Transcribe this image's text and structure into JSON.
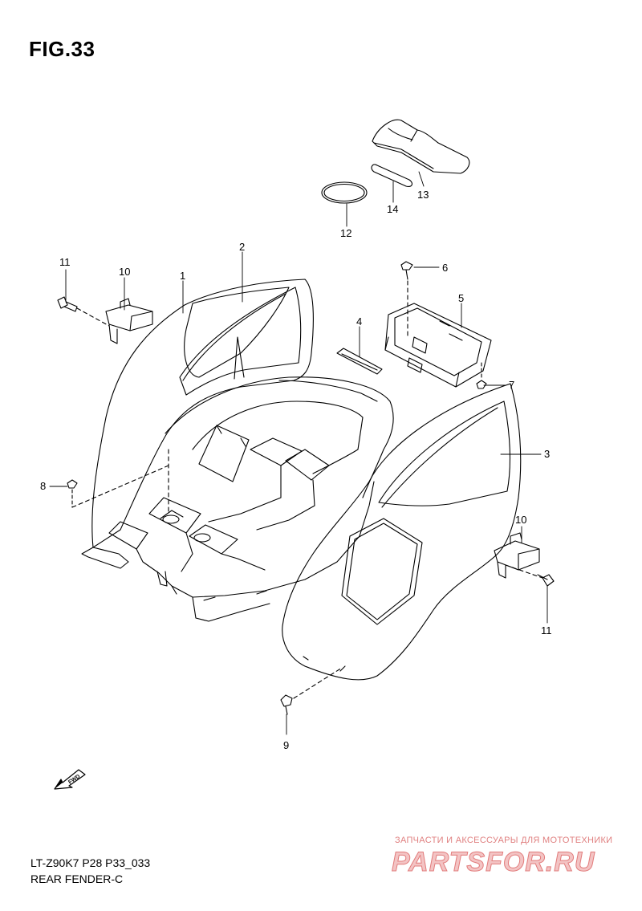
{
  "figure": {
    "title": "FIG.33"
  },
  "callouts": [
    {
      "id": "c1",
      "label": "1"
    },
    {
      "id": "c2",
      "label": "2"
    },
    {
      "id": "c3",
      "label": "3"
    },
    {
      "id": "c4",
      "label": "4"
    },
    {
      "id": "c5",
      "label": "5"
    },
    {
      "id": "c6",
      "label": "6"
    },
    {
      "id": "c7",
      "label": "7"
    },
    {
      "id": "c8",
      "label": "8"
    },
    {
      "id": "c9",
      "label": "9"
    },
    {
      "id": "c10a",
      "label": "10"
    },
    {
      "id": "c10b",
      "label": "10"
    },
    {
      "id": "c11a",
      "label": "11"
    },
    {
      "id": "c11b",
      "label": "11"
    },
    {
      "id": "c12",
      "label": "12"
    },
    {
      "id": "c13",
      "label": "13"
    },
    {
      "id": "c14",
      "label": "14"
    }
  ],
  "fwd_arrow": {
    "label": "FWD",
    "icon": "fwd-arrow-icon"
  },
  "footer": {
    "code": "LT-Z90K7  P28  P33_033",
    "name": "REAR FENDER-C"
  },
  "watermark": {
    "tagline": "ЗАПЧАСТИ И АКСЕССУАРЫ ДЛЯ МОТОТЕХНИКИ",
    "brand": "PARTSFOR.RU"
  },
  "colors": {
    "line": "#000000",
    "watermark": "#e27c7c"
  }
}
